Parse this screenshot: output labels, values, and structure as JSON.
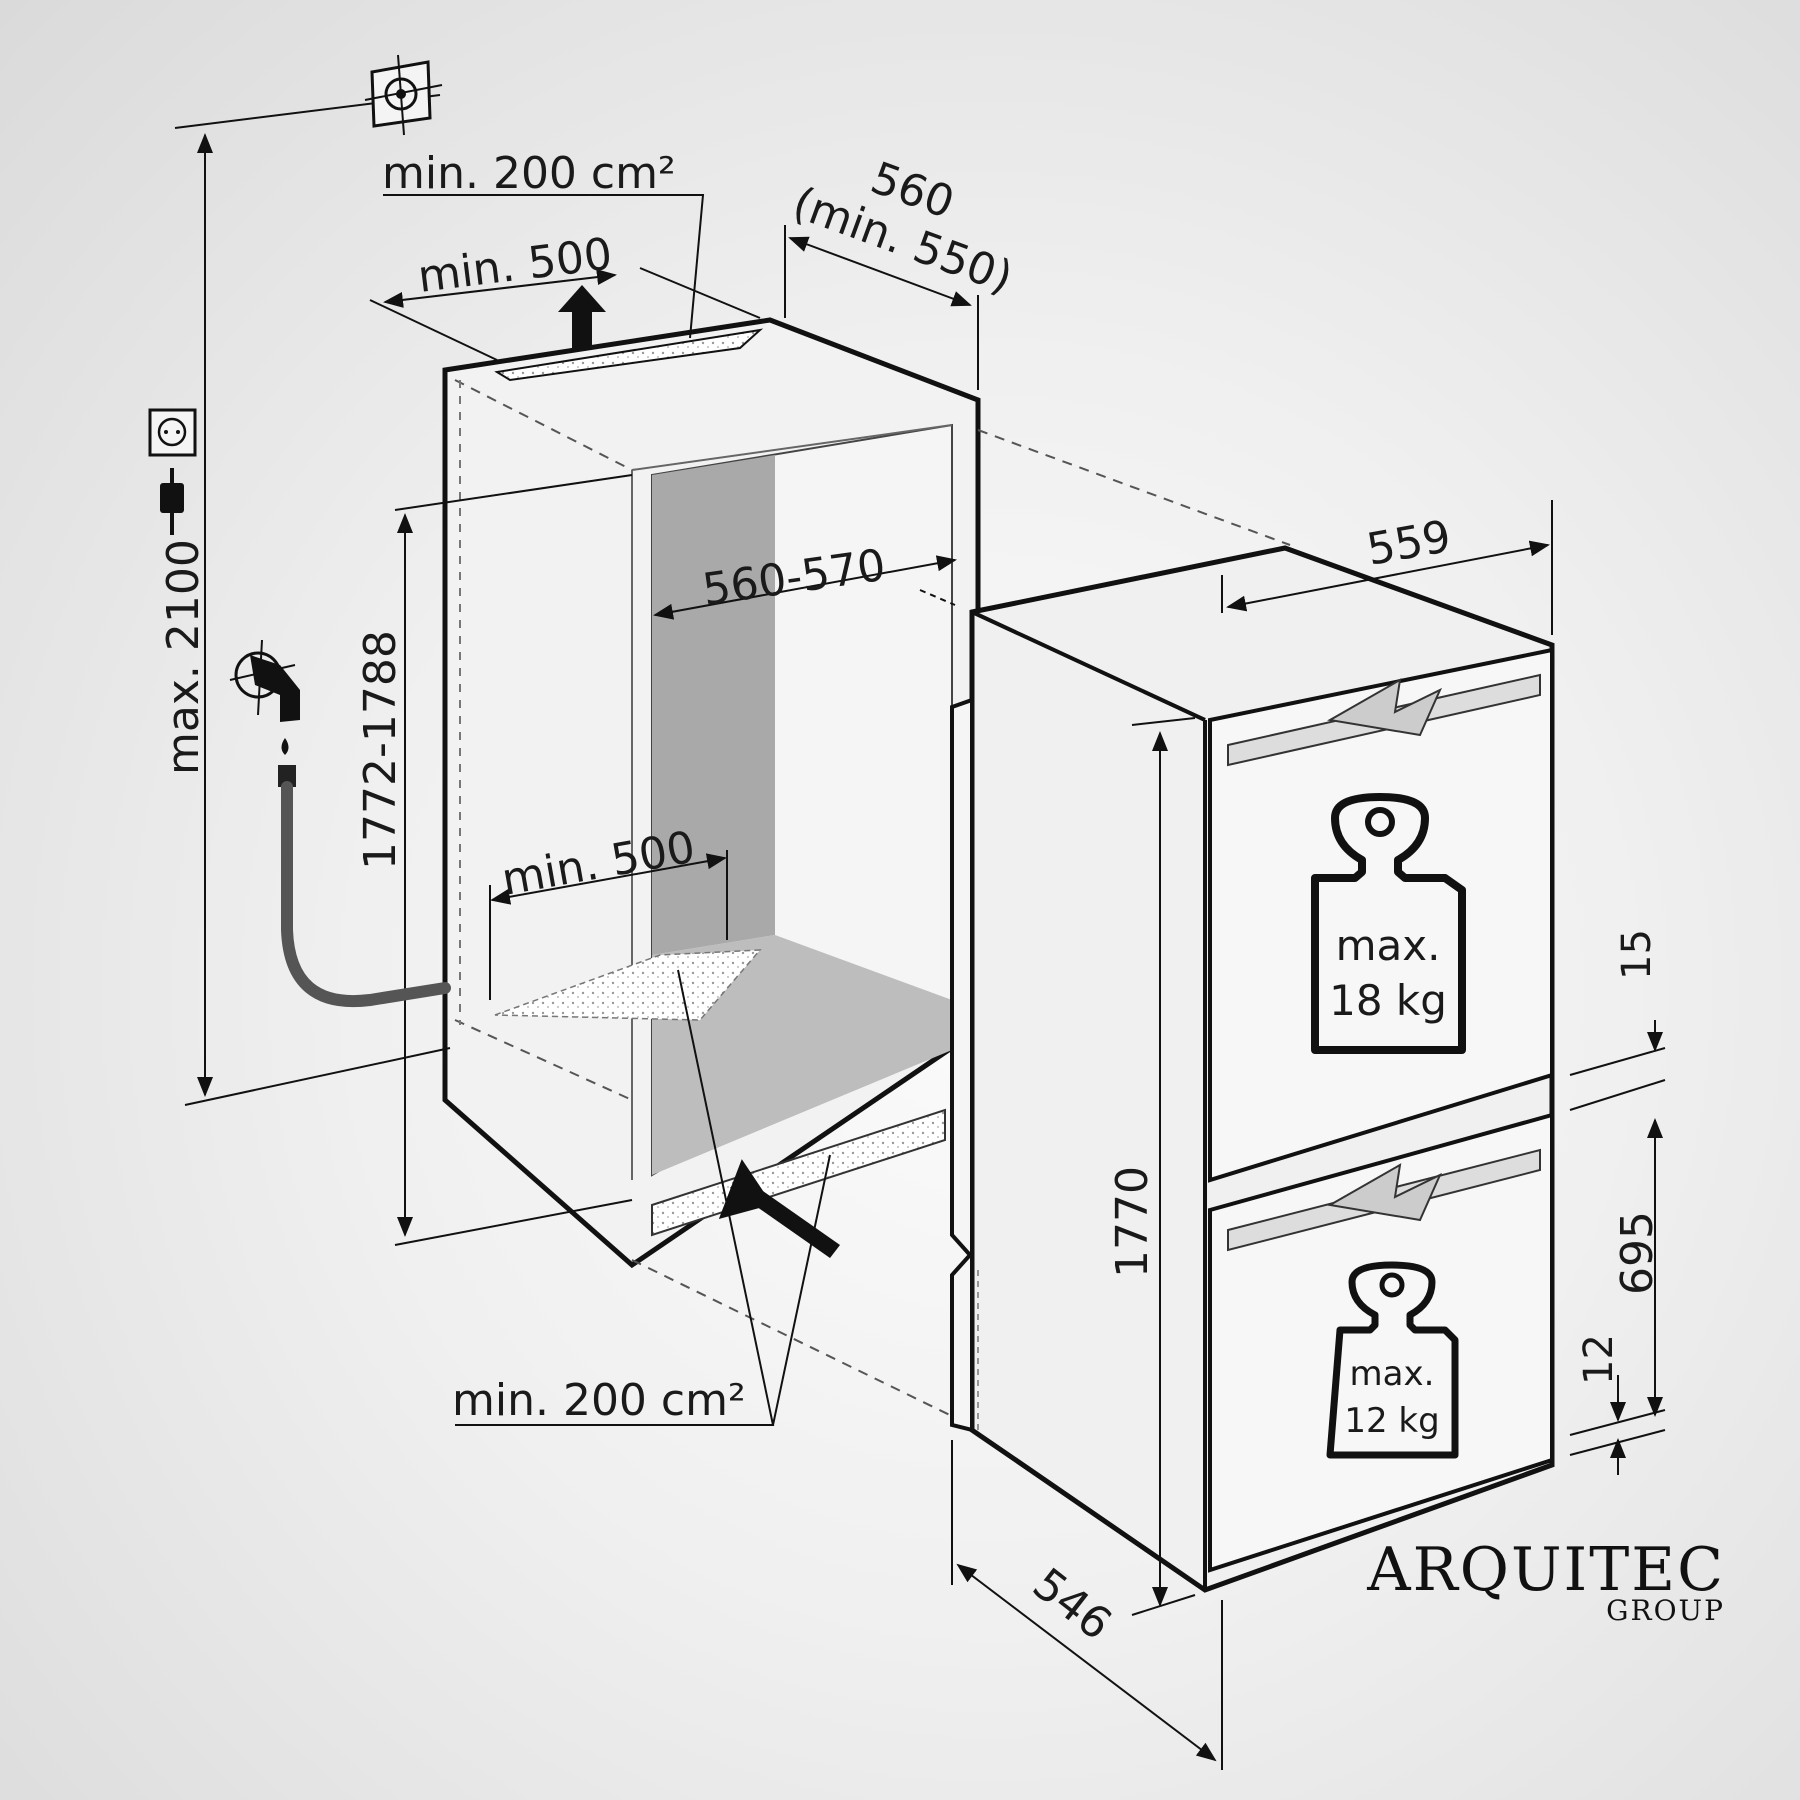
{
  "labels": {
    "top_vent_area": "min. 200 cm²",
    "top_vent_width": "min. 500",
    "niche_depth": "560",
    "niche_depth_min": "(min. 550)",
    "niche_width": "560-570",
    "niche_height": "1772-1788",
    "total_height": "max. 2100",
    "bottom_vent_width": "min. 500",
    "bottom_vent_area": "min. 200 cm²",
    "appliance_width": "559",
    "appliance_height": "1770",
    "appliance_depth": "546",
    "door_gap_top": "15",
    "lower_door_height": "695",
    "door_gap_bottom": "12",
    "upper_load_max": "max.",
    "upper_load_value": "18 kg",
    "lower_load_max": "max.",
    "lower_load_value": "12 kg"
  },
  "icons": [
    "crosshair-icon",
    "socket-icon",
    "plug-icon",
    "water-tap-icon",
    "weight-icon",
    "vent-arrow-icon"
  ],
  "logo": {
    "main": "ARQUITEC",
    "sub": "GROUP"
  }
}
